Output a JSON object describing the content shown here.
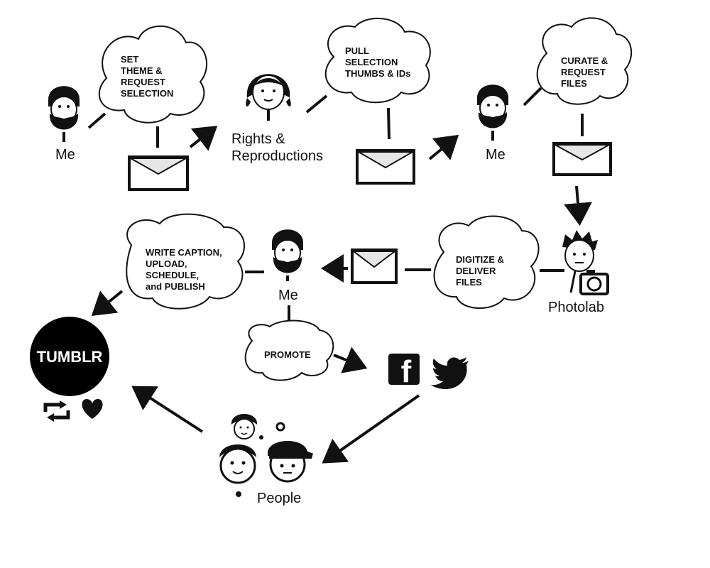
{
  "nodes": {
    "me1": "Me",
    "rights": [
      "Rights &",
      "Reproductions"
    ],
    "me2": "Me",
    "photolab": "Photolab",
    "me3": "Me",
    "people": "People",
    "tumblr": "TUMBLR"
  },
  "clouds": {
    "set_theme": [
      "SET",
      "THEME &",
      "REQUEST",
      "SELECTION"
    ],
    "pull_selection": [
      "PULL",
      "SELECTION",
      "THUMBS & IDs"
    ],
    "curate": [
      "CURATE &",
      "REQUEST",
      "FILES"
    ],
    "digitize": [
      "DIGITIZE &",
      "DELIVER",
      "FILES"
    ],
    "write_caption": [
      "WRITE CAPTION,",
      "UPLOAD,",
      "SCHEDULE,",
      "and PUBLISH"
    ],
    "promote": [
      "PROMOTE"
    ]
  },
  "social": {
    "facebook_glyph": "f",
    "icons": [
      "facebook-icon",
      "twitter-icon",
      "reblog-icon",
      "heart-icon"
    ]
  },
  "colors": {
    "ink": "#111111",
    "envelope_flap": "#e6e6e6",
    "tumblr_bg": "#000000"
  }
}
